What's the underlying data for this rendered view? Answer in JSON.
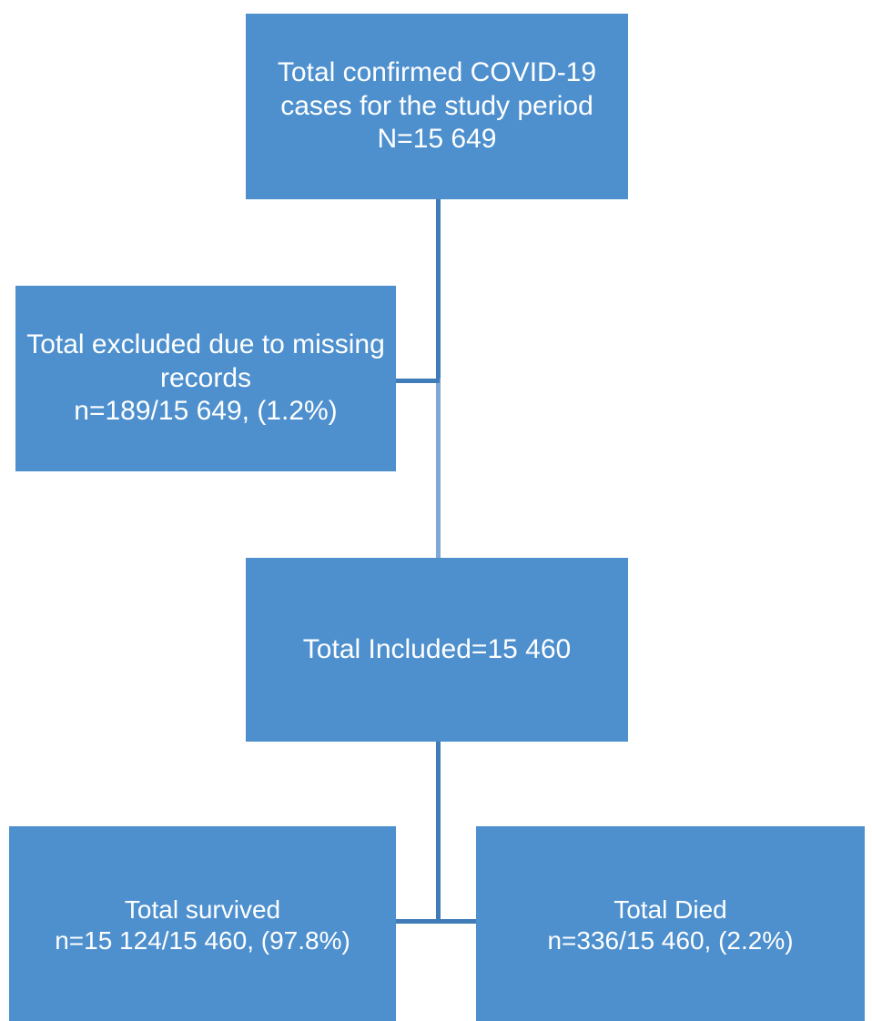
{
  "diagram": {
    "type": "flowchart",
    "orientation": "vertical",
    "colors": {
      "node_fill": "#4E90CE",
      "node_text": "#FFFFFF",
      "connector": "#3F7CB8",
      "background": "#FFFFFF"
    },
    "nodes": [
      {
        "id": "total-cases",
        "name": "total-confirmed-cases-box",
        "lines": [
          "Total confirmed COVID-19",
          "cases for the study period",
          "N=15 649"
        ],
        "count": 15649
      },
      {
        "id": "excluded",
        "name": "excluded-missing-records-box",
        "lines": [
          "Total excluded due to missing",
          "records",
          "n=189/15 649, (1.2%)"
        ],
        "count": 189,
        "denominator": 15649,
        "percent": 1.2
      },
      {
        "id": "included",
        "name": "total-included-box",
        "lines": [
          "Total Included=15 460"
        ],
        "count": 15460
      },
      {
        "id": "survived",
        "name": "total-survived-box",
        "lines": [
          "Total survived",
          "n=15 124/15 460, (97.8%)"
        ],
        "count": 15124,
        "denominator": 15460,
        "percent": 97.8
      },
      {
        "id": "died",
        "name": "total-died-box",
        "lines": [
          "Total Died",
          "n=336/15 460, (2.2%)"
        ],
        "count": 336,
        "denominator": 15460,
        "percent": 2.2
      }
    ],
    "edges": [
      {
        "from": "total-cases",
        "to": "excluded",
        "style": "elbow"
      },
      {
        "from": "total-cases",
        "to": "included",
        "style": "straight"
      },
      {
        "from": "included",
        "to": "survived",
        "style": "tee"
      },
      {
        "from": "included",
        "to": "died",
        "style": "tee"
      }
    ]
  }
}
